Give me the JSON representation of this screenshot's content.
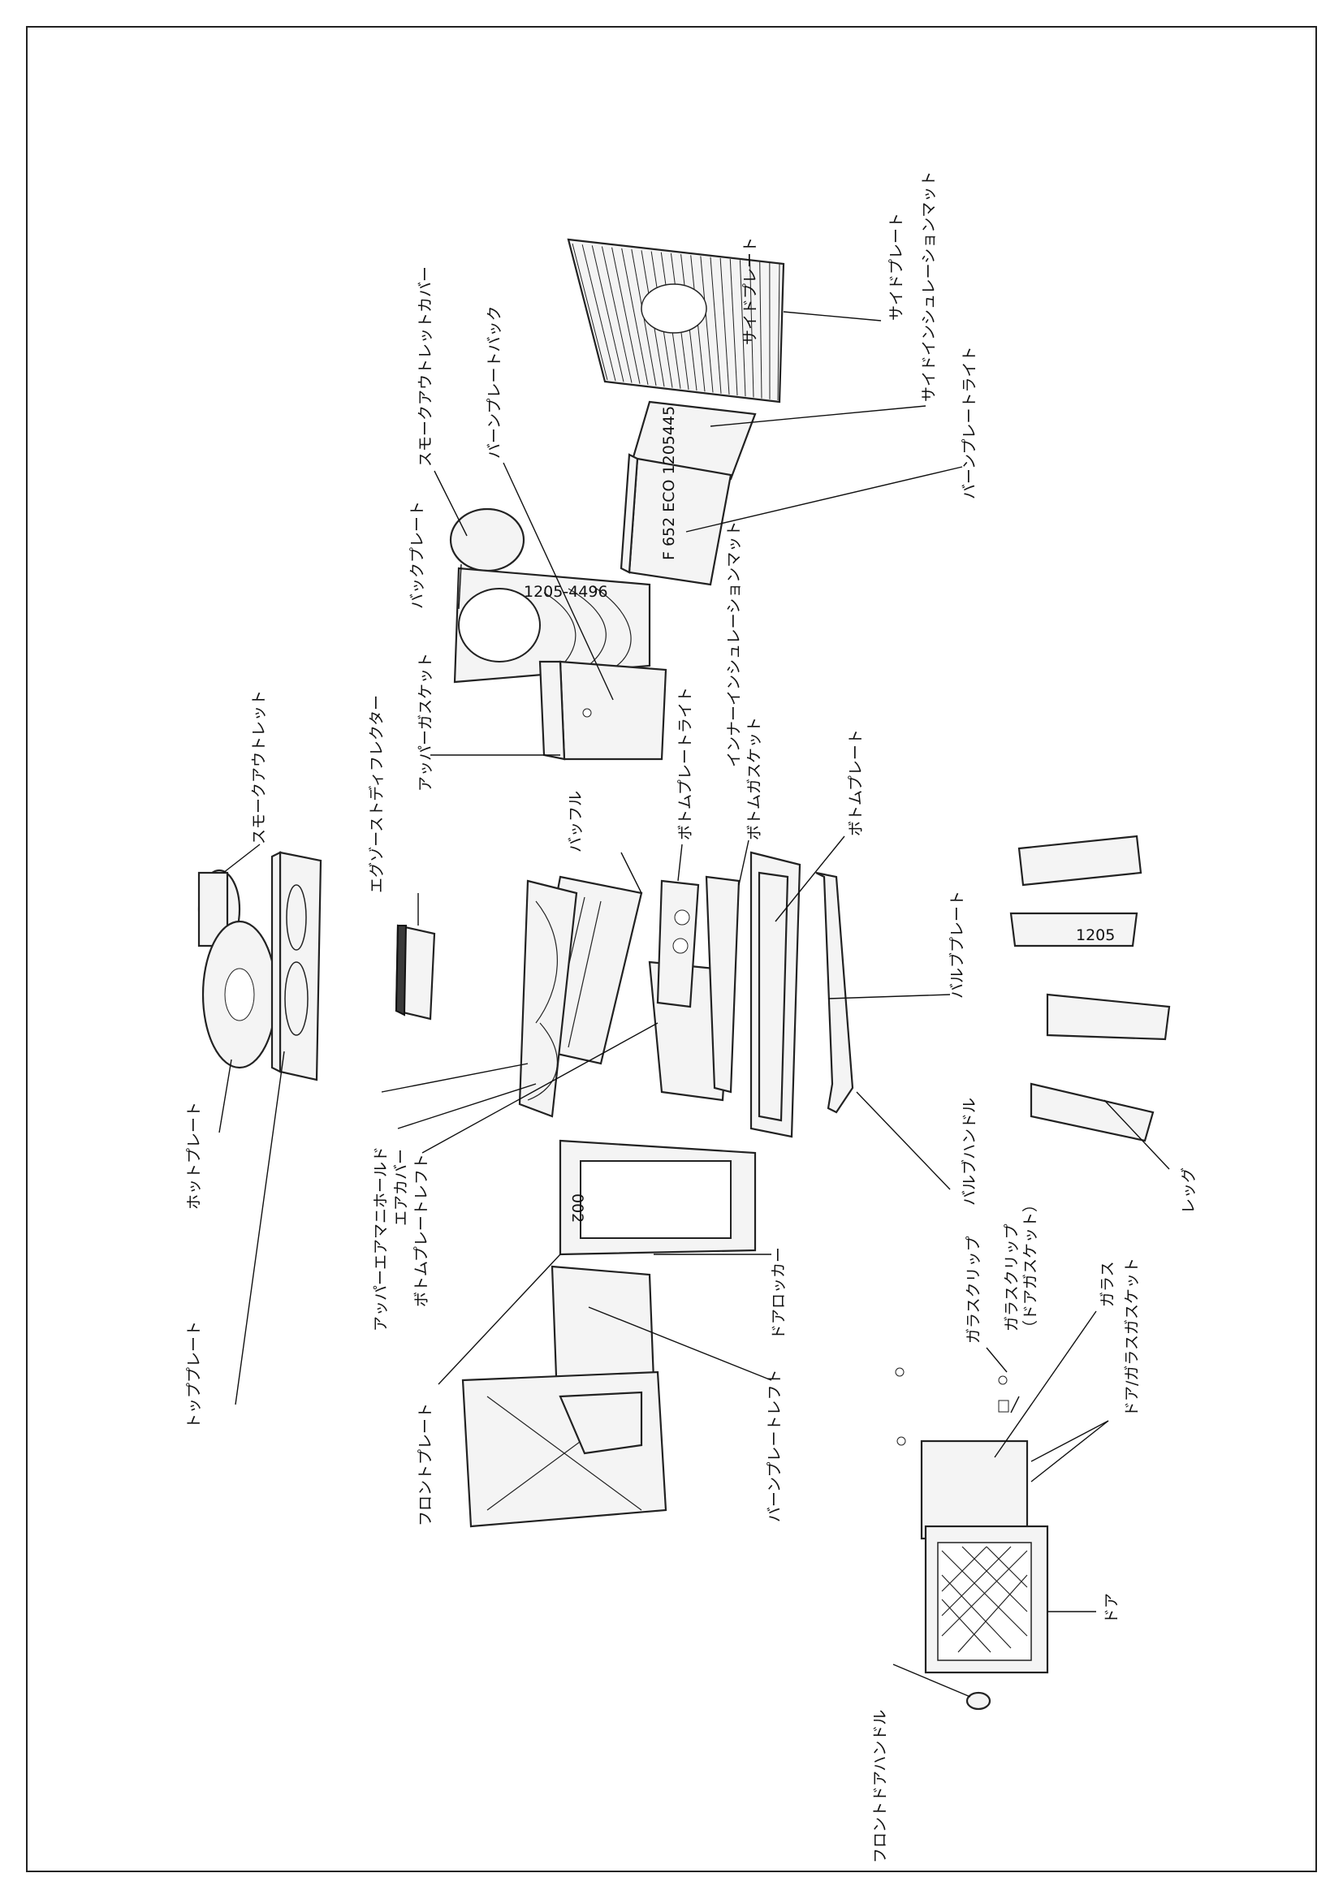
{
  "labels": {
    "smoke_outlet_cover": "スモークアウトレットカバー",
    "burn_plate_back": "バーンプレートバック",
    "back_plate": "バックプレート",
    "side_plate": "サイドプレート",
    "side_insulation_mat": "サイドインシュレーションマット",
    "burn_plate_right": "バーンプレートライト",
    "smoke_outlet": "スモークアウトレット",
    "upper_gasket": "アッパーガスケット",
    "exhaust_deflector": "エグゾーストディフレクター",
    "baffle": "バッフル",
    "bottom_plate_right": "ボトムプレートライト",
    "inner_insulation_mat": "インナーインシュレーションマット",
    "bottom_gasket": "ボトムガスケット",
    "bottom_plate": "ボトムプレート",
    "valve_plate": "バルブプレート",
    "hot_plate": "ホットプレート",
    "top_plate": "トッププレート",
    "upper_air_manifold": "アッパーエアマニホールド",
    "air_cover": "エアカバー",
    "bottom_plate_left": "ボトムプレートレフト",
    "valve_handle": "バルブハンドル",
    "leg": "レッグ",
    "front_plate": "フロントプレート",
    "door_locker": "ドアロッカー",
    "burn_plate_left": "バーンプレートレフト",
    "glass_clip_1": "ガラスクリップ",
    "glass_clip_2": "ガラスクリップ",
    "door_gasket_paren": "（ドアガスケット）",
    "glass": "ガラス",
    "door_glass_gasket": "ドア/ガラスガスケット",
    "door": "ドア",
    "front_door_handle": "フロントドアハンドル"
  },
  "part_marks": {
    "side_plate_mark": "サイドプレート",
    "back_plate_code": "1205-4496",
    "burn_plate_code": "F 652 ECO 1205445",
    "front_code": "002",
    "leg_code": "1205"
  }
}
